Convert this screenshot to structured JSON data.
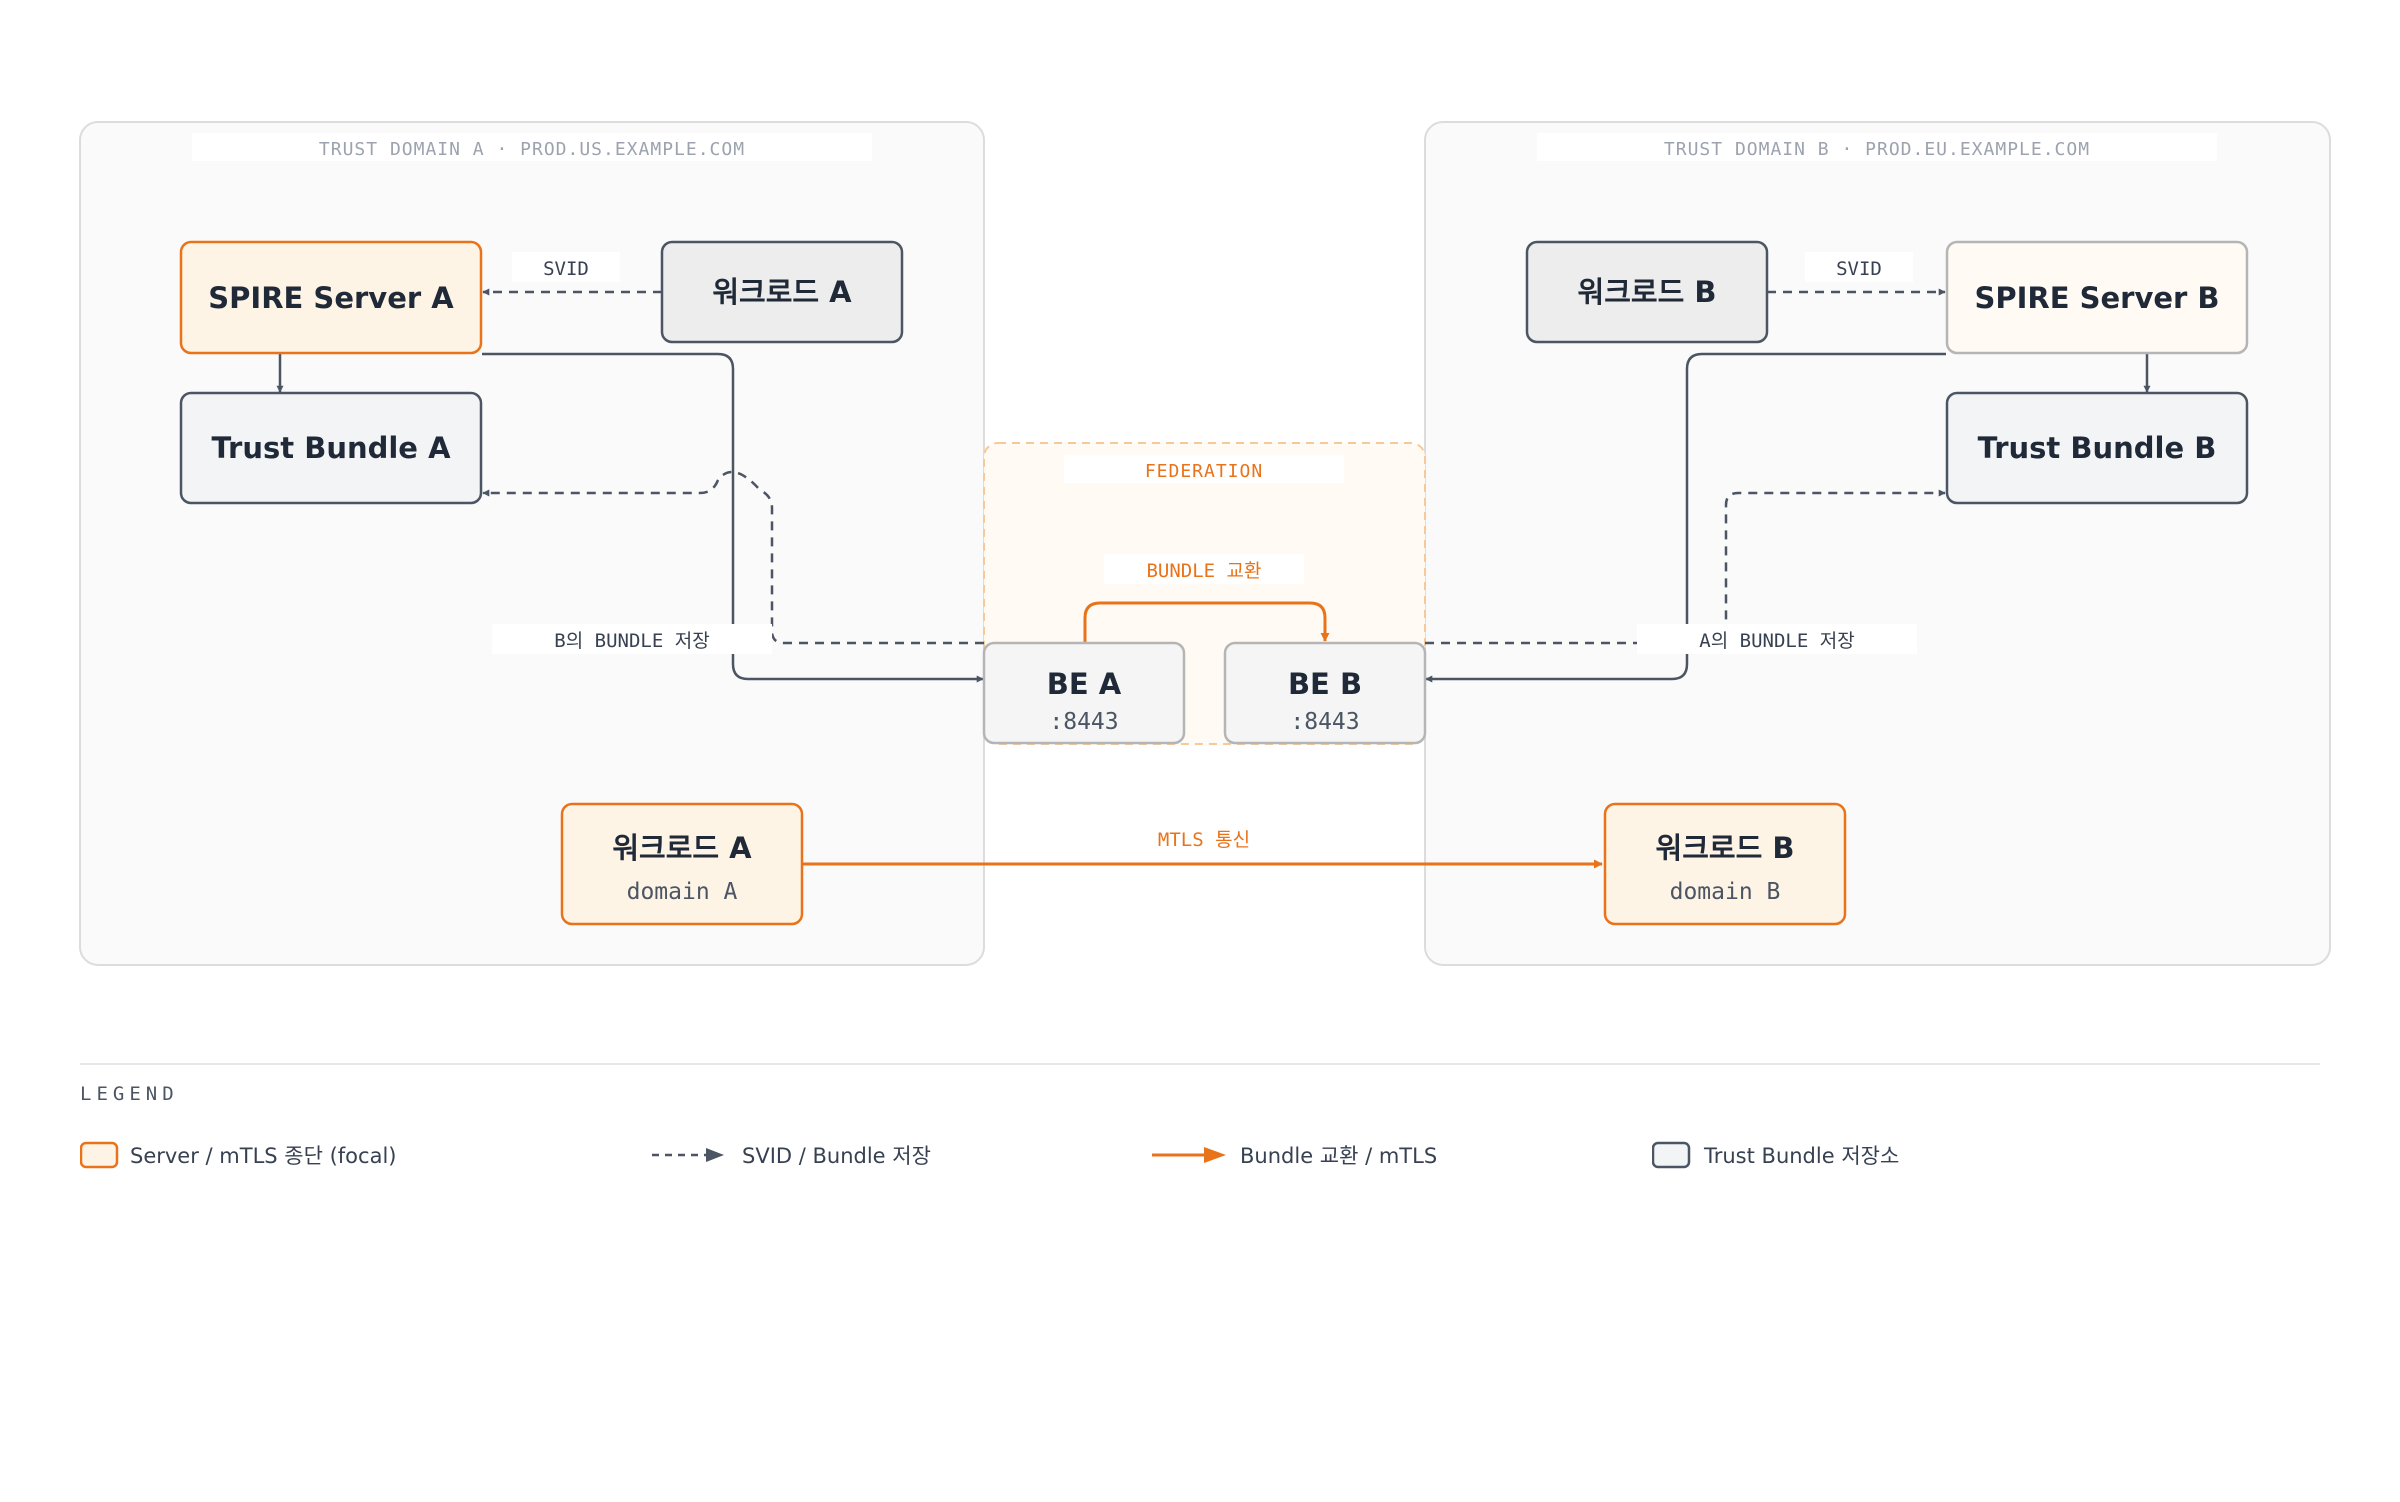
{
  "domains": {
    "a": {
      "label": "TRUST DOMAIN A · PROD.US.EXAMPLE.COM"
    },
    "b": {
      "label": "TRUST DOMAIN B · PROD.EU.EXAMPLE.COM"
    },
    "federation": {
      "label": "FEDERATION"
    }
  },
  "nodes": {
    "spire_a": {
      "title": "SPIRE Server A"
    },
    "workload_a_top": {
      "title": "워크로드 A"
    },
    "trust_bundle_a": {
      "title": "Trust Bundle A"
    },
    "be_a": {
      "title": "BE A",
      "port": ":8443"
    },
    "be_b": {
      "title": "BE B",
      "port": ":8443"
    },
    "workload_b_top": {
      "title": "워크로드 B"
    },
    "spire_b": {
      "title": "SPIRE Server B"
    },
    "trust_bundle_b": {
      "title": "Trust Bundle B"
    },
    "workload_a_bottom": {
      "title": "워크로드 A",
      "sub": "domain A"
    },
    "workload_b_bottom": {
      "title": "워크로드 B",
      "sub": "domain B"
    }
  },
  "edges": {
    "svid_a": "SVID",
    "svid_b": "SVID",
    "store_b_bundle": "B의 BUNDLE 저장",
    "store_a_bundle": "A의 BUNDLE 저장",
    "bundle_exchange": "BUNDLE 교환",
    "mtls": "MTLS 통신"
  },
  "legend": {
    "title": "LEGEND",
    "items": [
      {
        "label": "Server / mTLS 종단 (focal)"
      },
      {
        "label": "SVID / Bundle 저장"
      },
      {
        "label": "Bundle 교환 / mTLS"
      },
      {
        "label": "Trust Bundle 저장소"
      }
    ]
  },
  "colors": {
    "accent": "#e8731a",
    "accent_fill": "#fef4e6",
    "neutral_stroke": "#4b5563",
    "neutral_fill": "#f3f4f6",
    "domain_fill": "#fafafa",
    "domain_stroke": "#dcdcdc"
  }
}
